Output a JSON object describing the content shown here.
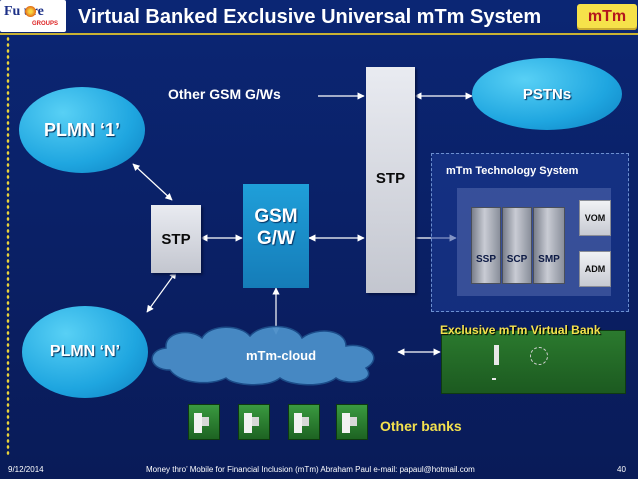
{
  "header": {
    "title": "Virtual Banked Exclusive Universal mTm System",
    "logo_text": "Fu ure",
    "logo_subtext": "GROUPS",
    "badge": "mTm"
  },
  "nodes": {
    "plmn1": "PLMN ‘1’",
    "plmnN": "PLMN ‘N’",
    "pstns": "PSTNs",
    "stp_small": "STP",
    "stp_tall": "STP",
    "gsm_line1": "GSM",
    "gsm_line2": "G/W",
    "other_gsm": "Other GSM G/Ws",
    "cloud": "mTm-cloud",
    "other_banks": "Other banks"
  },
  "mtm_system": {
    "title": "mTm Technology System",
    "servers": [
      "SSP",
      "SCP",
      "SMP"
    ],
    "vom": "VOM",
    "adm": "ADM",
    "bank_label": "Exclusive mTm Virtual Bank"
  },
  "footer": {
    "date": "9/12/2014",
    "text": "Money thro’  Mobile for Financial Inclusion (mTm)  Abraham Paul   e-mail: papaul@hotmail.com",
    "page": "40"
  },
  "colors": {
    "background": "#0a1f63",
    "accent_yellow": "#f4e14e",
    "node_blue": "#1fa6e0",
    "bank_green": "#2b7a2e"
  }
}
